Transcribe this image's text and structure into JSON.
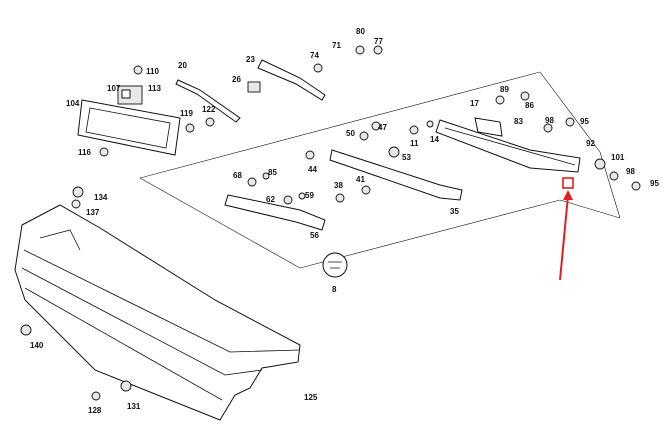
{
  "labels": {
    "l110": "110",
    "l107": "107",
    "l113": "113",
    "l104": "104",
    "l116": "116",
    "l20": "20",
    "l119": "119",
    "l122": "122",
    "l23": "23",
    "l26": "26",
    "l74": "74",
    "l71": "71",
    "l80": "80",
    "l77": "77",
    "l68": "68",
    "l85": "85",
    "l62": "62",
    "l59": "59",
    "l44": "44",
    "l50": "50",
    "l47": "47",
    "l53": "53",
    "l11": "11",
    "l14": "14",
    "l17": "17",
    "l89": "89",
    "l86": "86",
    "l83": "83",
    "l98a": "98",
    "l95a": "95",
    "l92": "92",
    "l101": "101",
    "l98b": "98",
    "l95b": "95",
    "l134": "134",
    "l137": "137",
    "l38": "38",
    "l41": "41",
    "l35": "35",
    "l56": "56",
    "l8": "8",
    "l140": "140",
    "l125": "125",
    "l128": "128",
    "l131": "131"
  },
  "highlight": {
    "color": "#e02020"
  }
}
